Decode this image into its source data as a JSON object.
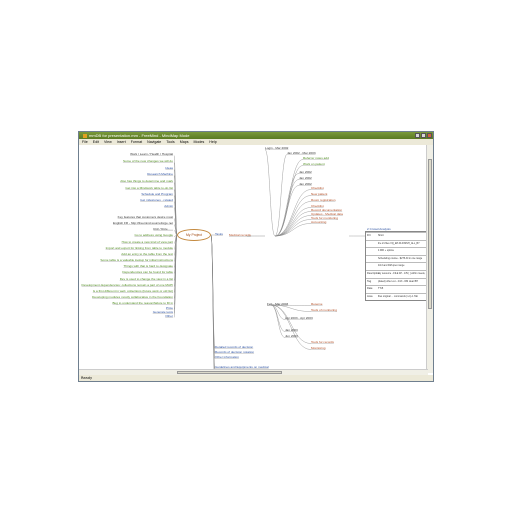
{
  "window": {
    "title": "mmDB for presentation.mm - FreeMind - MindMap Mode"
  },
  "menu": [
    "File",
    "Edit",
    "View",
    "Insert",
    "Format",
    "Navigate",
    "Tools",
    "Maps",
    "Modes",
    "Help"
  ],
  "center": "My Project",
  "left_nodes": [
    {
      "text": "Work / Learn / Health / Hospital",
      "color": "default"
    },
    {
      "text": "Some of the new changes we will do",
      "color": "green"
    },
    {
      "text": "Ideas",
      "color": "blue"
    },
    {
      "text": "Research Machine",
      "color": "blue"
    },
    {
      "text": "Also has things to determine and mark",
      "color": "green"
    },
    {
      "text": "Get into a Mindwork table to-do list",
      "color": "green"
    },
    {
      "text": "Schedule and Program",
      "color": "blue"
    },
    {
      "text": "Get milestones - related",
      "color": "blue"
    },
    {
      "text": "Admin",
      "color": "blue"
    },
    {
      "text": "Key features that customers desire most",
      "color": "default"
    },
    {
      "text": "English FR - http://freemind.sourceforge.net",
      "color": "default"
    },
    {
      "text": "Roll / Role - ...",
      "color": "default"
    },
    {
      "text": "Go to address using Google",
      "color": "green"
    },
    {
      "text": "How to create a new kind of view part",
      "color": "green"
    },
    {
      "text": "Import and export for linking from table to module",
      "color": "green"
    },
    {
      "text": "Add an entry to the table from the text",
      "color": "green"
    },
    {
      "text": "Some table is a valuable lookup for initial instructions",
      "color": "green"
    },
    {
      "text": "Things with that is hard to designate",
      "color": "green"
    },
    {
      "text": "Dependencies can be found for table",
      "color": "green"
    },
    {
      "text": "Dev is used to change the view in a list",
      "color": "green"
    },
    {
      "text": "Development dependencies: collections remain a part of one MAPI",
      "color": "green"
    },
    {
      "text": "Is a first different in web: collections (future work or old list)",
      "color": "green"
    },
    {
      "text": "Developing modules mostly collaborative in the Foundation",
      "color": "green"
    },
    {
      "text": "Bug to understand the reason/failure to fill in",
      "color": "green"
    },
    {
      "text": "Price",
      "color": "blue"
    },
    {
      "text": "Generate tests",
      "color": "blue"
    },
    {
      "text": "Other",
      "color": "blue"
    }
  ],
  "middle_nodes": [
    {
      "text": "Tasks",
      "color": "blue"
    },
    {
      "text": "Medical records",
      "color": "red"
    },
    {
      "text": "Detailed records of decision",
      "color": "blue"
    },
    {
      "text": "Records of decision notation",
      "color": "blue"
    },
    {
      "text": "Other information",
      "color": "blue"
    },
    {
      "text": "Guidelines and Equipments on medical",
      "color": "blue"
    },
    {
      "text": "Problem",
      "color": "blue"
    },
    {
      "text": "Comprehensions",
      "color": "blue"
    },
    {
      "text": "Delivery",
      "color": "blue"
    }
  ],
  "right_nodes": [
    {
      "text": "Login - Mar 2002",
      "color": "default"
    },
    {
      "text": "Jan 2002 - Mar 2003",
      "color": "default"
    },
    {
      "text": "Referrer notes add",
      "color": "green"
    },
    {
      "text": "Work on patient",
      "color": "green"
    },
    {
      "text": "Jan 2002",
      "color": "default"
    },
    {
      "text": "Jan 2002",
      "color": "default"
    },
    {
      "text": "Jan 2002",
      "color": "default"
    },
    {
      "text": "Checklist",
      "color": "red"
    },
    {
      "text": "New patient",
      "color": "red"
    },
    {
      "text": "Room registration",
      "color": "red"
    },
    {
      "text": "Checklist",
      "color": "red"
    },
    {
      "text": "Record documentation",
      "color": "red"
    },
    {
      "text": "Updates - Medical data",
      "color": "red"
    },
    {
      "text": "Tools for monitoring",
      "color": "red"
    },
    {
      "text": "Accounting",
      "color": "red"
    },
    {
      "text": "Feb - Mar 2003",
      "color": "default"
    },
    {
      "text": "Tools of monitoring",
      "color": "red"
    },
    {
      "text": "Apr 2003 - Apr 2003",
      "color": "default"
    },
    {
      "text": "Reserve",
      "color": "red"
    },
    {
      "text": "Jan 2003",
      "color": "default"
    },
    {
      "text": "Jun 2003",
      "color": "default"
    },
    {
      "text": "Tools for records",
      "color": "red"
    },
    {
      "text": "Monitoring",
      "color": "red"
    }
  ],
  "attributes_table": {
    "header": "2 Crowd Analysis",
    "rows": [
      [
        "FN",
        "Short"
      ],
      [
        "",
        "the 21 files XQ_EP-M-FINISH_ALL_BY"
      ],
      [
        "",
        "4 MFI + uptime"
      ],
      [
        "",
        "Scheduling course - $275 All in one range"
      ],
      [
        "",
        "4/13 and DM open range"
      ],
      [
        "Description",
        "my resource - FILE 4P - 1/5/ [ ] within meets, teacher roll number"
      ],
      [
        "Tag",
        "(dated) other ext - 4/13 - DM clear BH"
      ],
      [
        "Date",
        "TT-B"
      ],
      [
        "Area",
        "files original ... commands (n-1)-1 Tab"
      ]
    ]
  },
  "status": "Ready",
  "colors": {
    "title_bar": "#6b8a2e",
    "center_border": "#c48a40",
    "green_text": "#4c8a1c",
    "blue_text": "#2a4fa0",
    "red_text": "#b04a20"
  }
}
